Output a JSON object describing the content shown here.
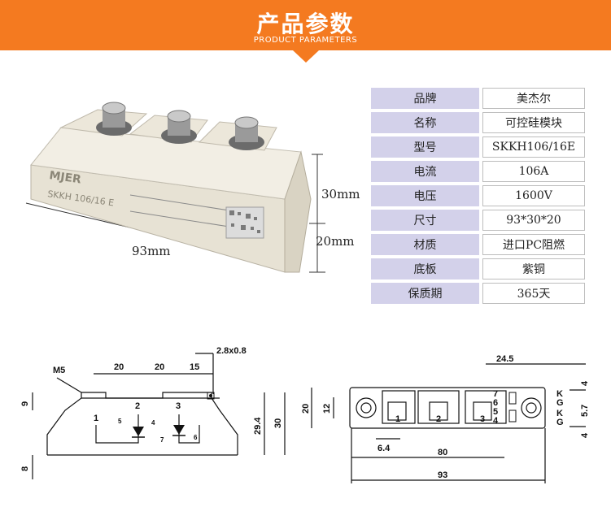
{
  "header": {
    "title": "产品参数",
    "subtitle": "PRODUCT PARAMETERS",
    "colors": {
      "banner": "#f47a20",
      "key_cell": "#d3d1ea"
    }
  },
  "photo": {
    "brand_print": "MJER",
    "part_print": "SKKH 106/16 E",
    "dim_length": "93mm",
    "dim_height": "30mm",
    "dim_width": "20mm"
  },
  "specs": [
    {
      "label": "品牌",
      "value": "美杰尔"
    },
    {
      "label": "名称",
      "value": "可控硅模块"
    },
    {
      "label": "型号",
      "value": "SKKH106/16E"
    },
    {
      "label": "电流",
      "value": "106A"
    },
    {
      "label": "电压",
      "value": "1600V"
    },
    {
      "label": "尺寸",
      "value": "93*30*20"
    },
    {
      "label": "材质",
      "value": "进口PC阻燃"
    },
    {
      "label": "底板",
      "value": "紫铜"
    },
    {
      "label": "保质期",
      "value": "365天"
    }
  ],
  "side_drawing": {
    "m5": "M5",
    "d1": "20",
    "d2": "20",
    "d3": "15",
    "d4": "2.8x0.8",
    "d5": "9",
    "d6": "29.4",
    "d7": "30",
    "d8": "8",
    "pin1": "1",
    "pin2": "2",
    "pin3": "3",
    "pin4": "4",
    "pin5": "5",
    "pin6": "6",
    "pin7": "7"
  },
  "top_drawing": {
    "d1": "24.5",
    "d2": "20",
    "d3": "12",
    "d4": "6.4",
    "d5": "80",
    "d6": "93",
    "d7": "4",
    "d8": "5.7",
    "d9": "4",
    "pin1": "1",
    "pin2": "2",
    "pin3": "3",
    "pin4": "4",
    "pin5": "5",
    "pin6": "6",
    "pin7": "7",
    "k1": "K",
    "g1": "G",
    "k2": "K",
    "g2": "G"
  }
}
